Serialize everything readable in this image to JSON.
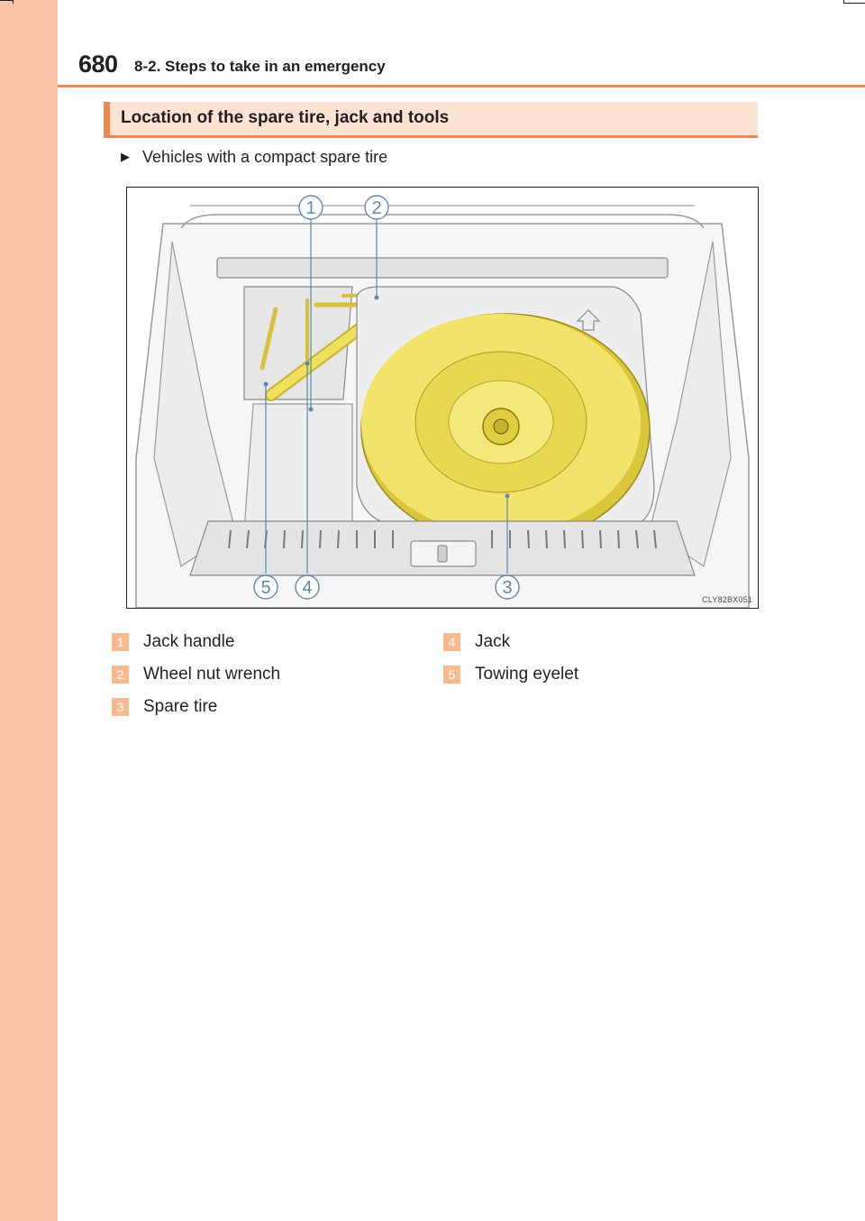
{
  "header": {
    "page_number": "680",
    "section_title": "8-2. Steps to take in an emergency"
  },
  "subheading": "Location of the spare tire, jack and tools",
  "bullet": {
    "icon": "triangle-right-icon",
    "text": "Vehicles with a compact spare tire"
  },
  "figure": {
    "code": "CLY82BX051",
    "callouts": [
      "1",
      "2",
      "3",
      "4",
      "5"
    ]
  },
  "legend": [
    {
      "num": "1",
      "label": "Jack handle"
    },
    {
      "num": "2",
      "label": "Wheel nut wrench"
    },
    {
      "num": "3",
      "label": "Spare tire"
    },
    {
      "num": "4",
      "label": "Jack"
    },
    {
      "num": "5",
      "label": "Towing eyelet"
    }
  ],
  "colors": {
    "side_tab": "#f9c5a6",
    "accent": "#f0874f",
    "tire": "#f0e060",
    "callout": "#5f88a8"
  }
}
